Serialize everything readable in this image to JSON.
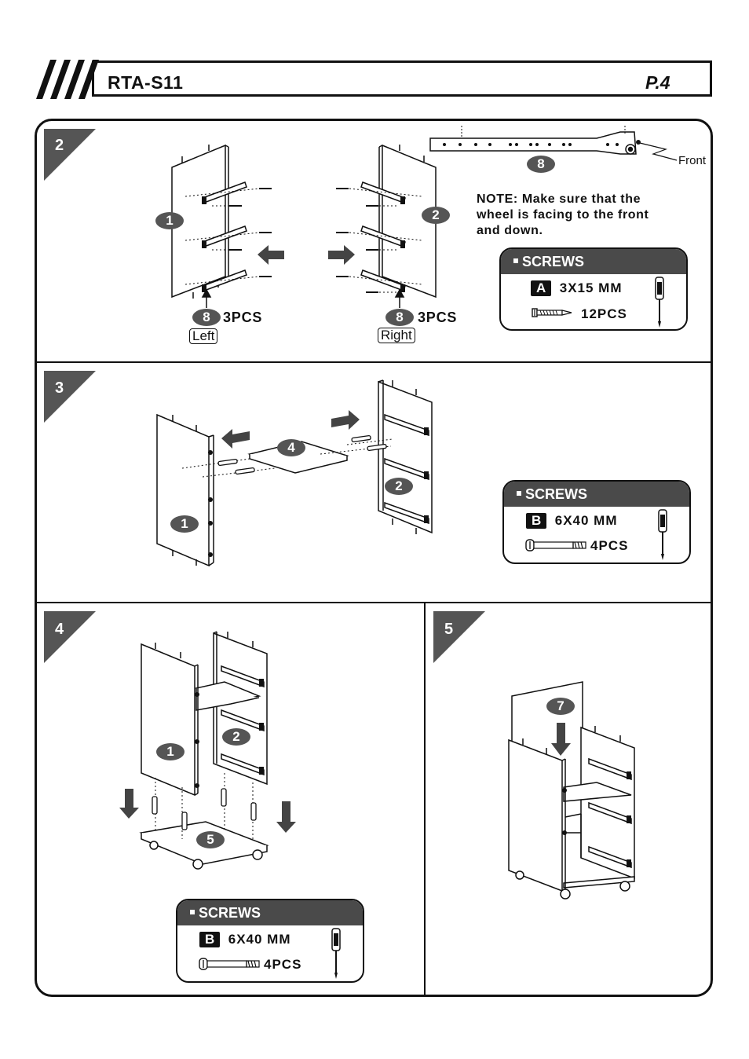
{
  "header": {
    "model": "RTA-S11",
    "page": "P.4"
  },
  "steps": [
    {
      "number": "2",
      "left_part": "1",
      "right_part": "2",
      "hardware_part": "8",
      "left_qty": "3PCS",
      "right_qty": "3PCS",
      "left_label": "Left",
      "right_label": "Right",
      "front_label": "Front",
      "note_lines": [
        "NOTE: Make sure that the",
        "wheel is facing to the front",
        "and down."
      ]
    },
    {
      "number": "3",
      "parts": [
        "1",
        "4",
        "2"
      ]
    },
    {
      "number": "4",
      "parts": [
        "1",
        "2",
        "5"
      ]
    },
    {
      "number": "5",
      "parts": [
        "7"
      ]
    }
  ],
  "screws": [
    {
      "title": "SCREWS",
      "code": "A",
      "size": "3X15 MM",
      "qty": "12PCS"
    },
    {
      "title": "SCREWS",
      "code": "B",
      "size": "6X40 MM",
      "qty": "4PCS"
    },
    {
      "title": "SCREWS",
      "code": "B",
      "size": "6X40 MM",
      "qty": "4PCS"
    }
  ],
  "icons": [
    "header-stripes-icon",
    "screwdriver-icon",
    "screw-icon",
    "bolt-icon",
    "arrow-icon",
    "caster-wheel-icon"
  ],
  "colors": {
    "ink": "#111111",
    "panel_dark": "#4a4a4a",
    "part_badge": "#555555"
  }
}
